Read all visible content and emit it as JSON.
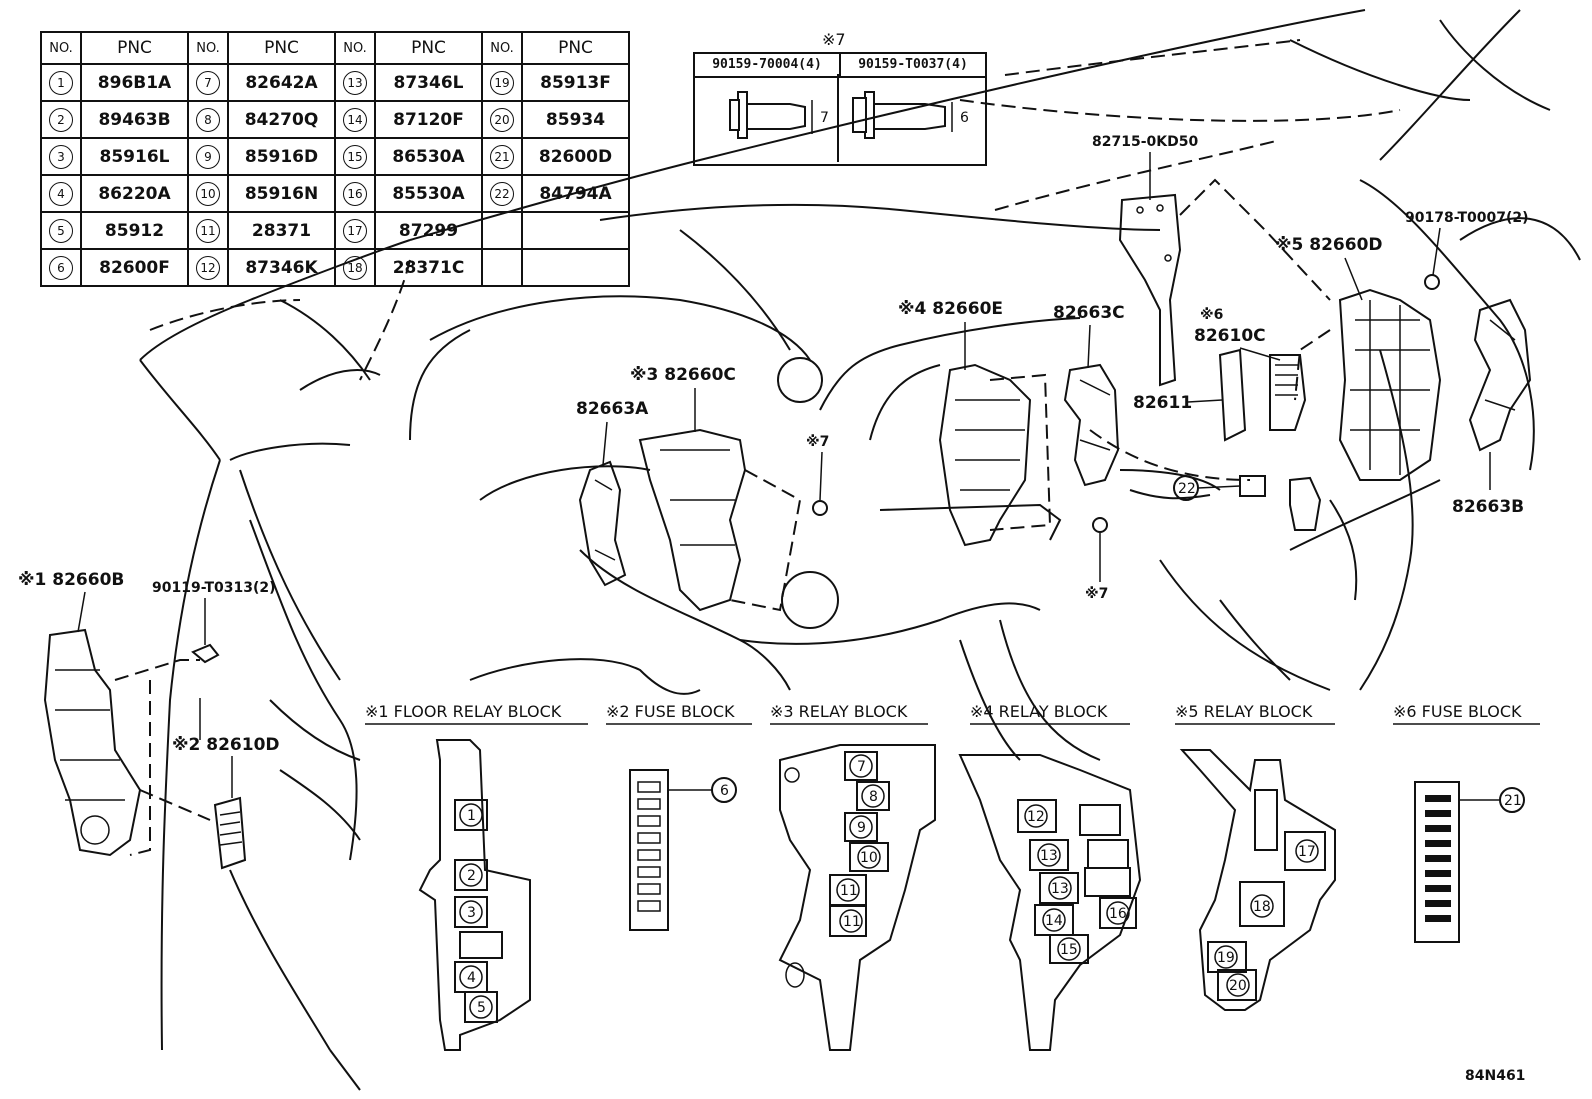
{
  "table": {
    "headers": [
      "NO.",
      "PNC",
      "NO.",
      "PNC",
      "NO.",
      "PNC",
      "NO.",
      "PNC"
    ],
    "rows": [
      [
        {
          "no": "1",
          "pnc": "896B1A"
        },
        {
          "no": "7",
          "pnc": "82642A"
        },
        {
          "no": "13",
          "pnc": "87346L"
        },
        {
          "no": "19",
          "pnc": "85913F"
        }
      ],
      [
        {
          "no": "2",
          "pnc": "89463B"
        },
        {
          "no": "8",
          "pnc": "84270Q"
        },
        {
          "no": "14",
          "pnc": "87120F"
        },
        {
          "no": "20",
          "pnc": "85934"
        }
      ],
      [
        {
          "no": "3",
          "pnc": "85916L"
        },
        {
          "no": "9",
          "pnc": "85916D"
        },
        {
          "no": "15",
          "pnc": "86530A"
        },
        {
          "no": "21",
          "pnc": "82600D"
        }
      ],
      [
        {
          "no": "4",
          "pnc": "86220A"
        },
        {
          "no": "10",
          "pnc": "85916N"
        },
        {
          "no": "16",
          "pnc": "85530A"
        },
        {
          "no": "22",
          "pnc": "84794A"
        }
      ],
      [
        {
          "no": "5",
          "pnc": "85912"
        },
        {
          "no": "11",
          "pnc": "28371"
        },
        {
          "no": "17",
          "pnc": "87299"
        },
        {
          "no": "",
          "pnc": ""
        }
      ],
      [
        {
          "no": "6",
          "pnc": "82600F"
        },
        {
          "no": "12",
          "pnc": "87346K"
        },
        {
          "no": "18",
          "pnc": "28371C"
        },
        {
          "no": "",
          "pnc": ""
        }
      ]
    ]
  },
  "bolts": {
    "note_mark": "※7",
    "part_a": "90159-70004(4)",
    "part_b": "90159-T0037(4)",
    "dim_a": "7",
    "dim_b": "6"
  },
  "labels": {
    "p82715": "82715-0KD50",
    "p90178": "90178-T0007(2)",
    "p82660D": "※5 82660D",
    "p82610C_mark": "※6",
    "p82610C": "82610C",
    "p82611": "82611",
    "p82660E": "※4 82660E",
    "p82663C": "82663C",
    "p82660C": "※3 82660C",
    "p82663A": "82663A",
    "mark7_a": "※7",
    "mark7_b": "※7",
    "p82663B": "82663B",
    "p82660B": "※1 82660B",
    "p90119": "90119-T0313(2)",
    "p82610D": "※2 82610D",
    "callout22": "22",
    "diagram_code": "84N461"
  },
  "blocks": {
    "floor_relay": "※1 FLOOR RELAY BLOCK",
    "fuse2": "※2 FUSE BLOCK",
    "relay3": "※3 RELAY BLOCK",
    "relay4": "※4 RELAY BLOCK",
    "relay5": "※5 RELAY BLOCK",
    "fuse6": "※6 FUSE BLOCK"
  },
  "slot_numbers": {
    "floor": [
      "1",
      "2",
      "3",
      "4",
      "5"
    ],
    "fuse2": "6",
    "relay3": [
      "7",
      "8",
      "9",
      "10",
      "11",
      "11"
    ],
    "relay4": [
      "12",
      "13",
      "13",
      "14",
      "15",
      "16"
    ],
    "relay5": [
      "17",
      "18",
      "19",
      "20"
    ],
    "fuse6": "21"
  }
}
